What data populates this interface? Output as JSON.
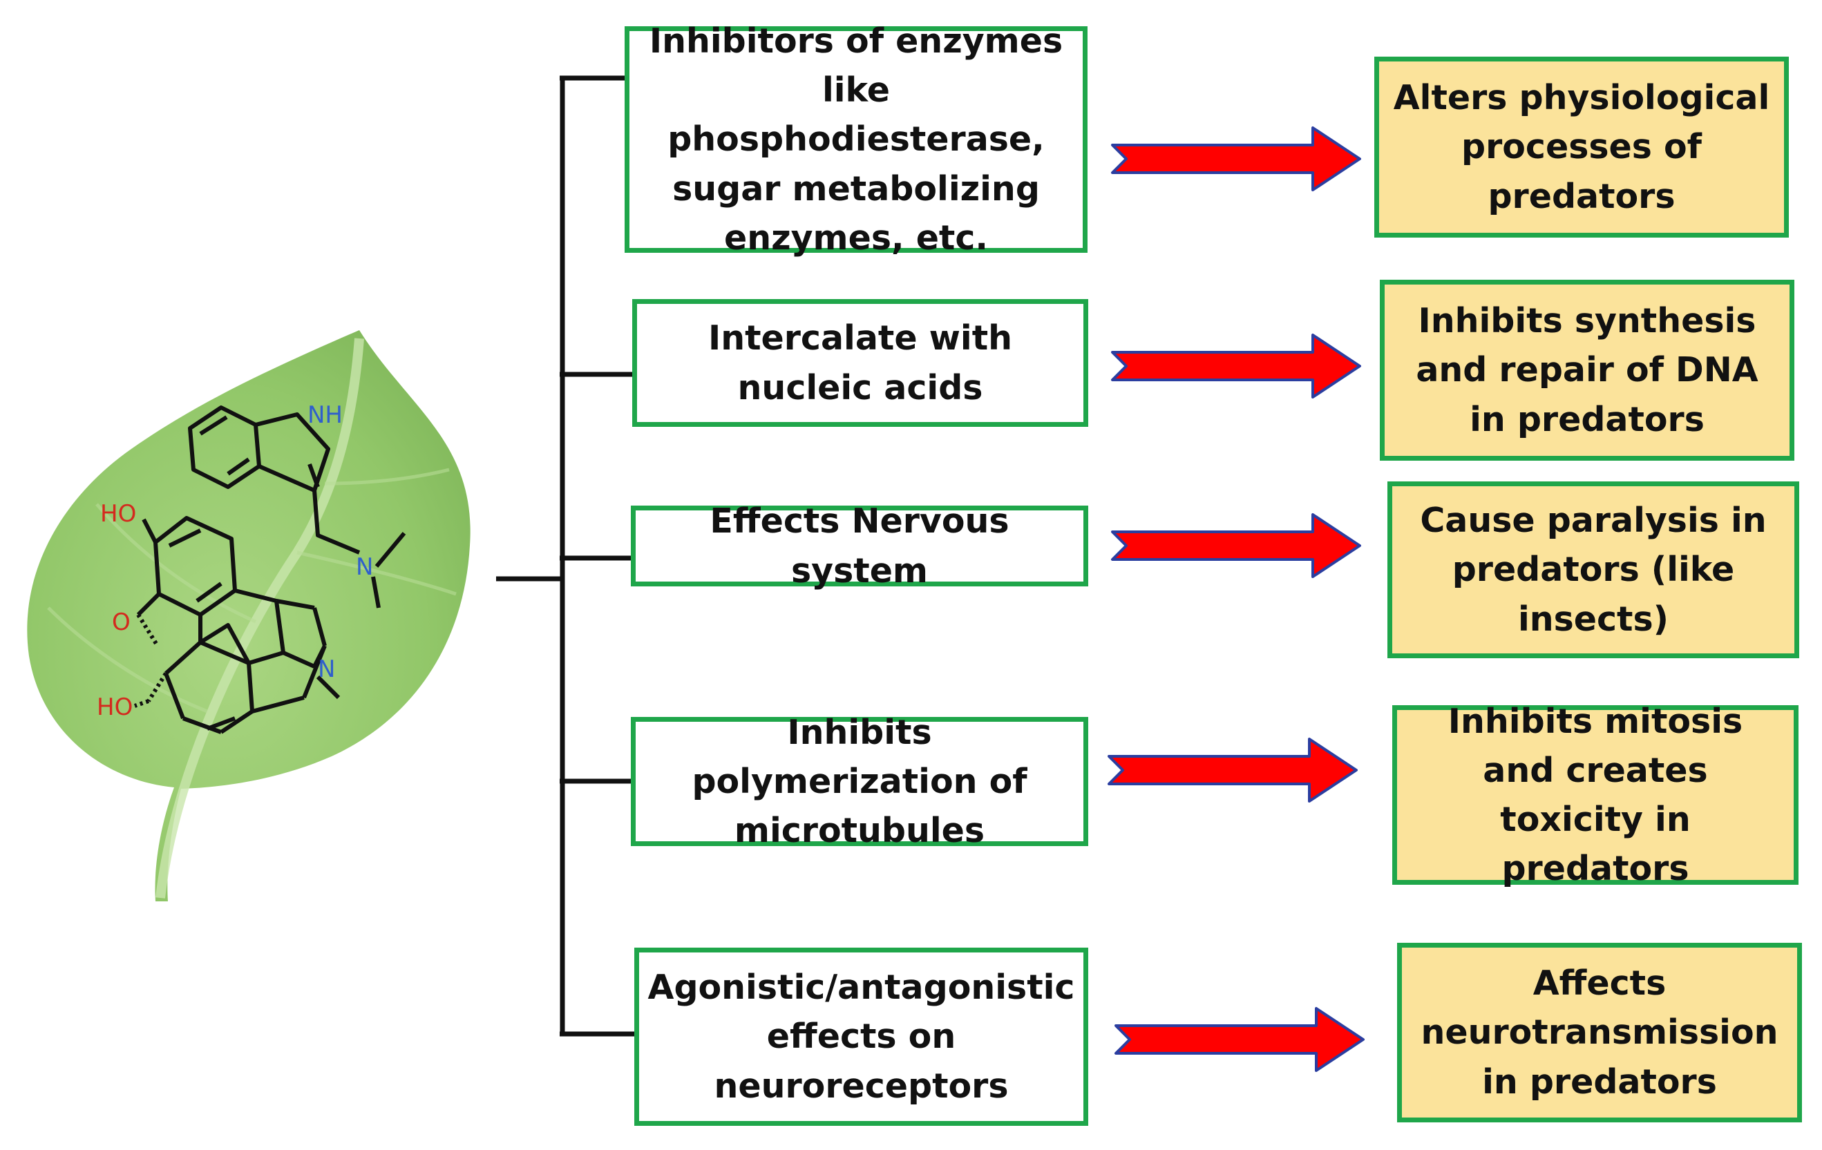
{
  "mechanisms": [
    {
      "text": "Inhibitors of enzymes like phosphodiesterase, sugar metabolizing enzymes, etc."
    },
    {
      "text": "Intercalate with nucleic acids"
    },
    {
      "text": "Effects Nervous system"
    },
    {
      "text": "Inhibits polymerization of microtubules"
    },
    {
      "text": "Agonistic/antagonistic effects on neuroreceptors"
    }
  ],
  "effects": [
    {
      "text": "Alters physiological processes of predators"
    },
    {
      "text": "Inhibits synthesis and repair of DNA in predators"
    },
    {
      "text": "Cause paralysis in predators (like insects)"
    },
    {
      "text": "Inhibits mitosis and creates toxicity in predators"
    },
    {
      "text": "Affects neurotransmission in predators"
    }
  ],
  "molecule_labels": {
    "nh": "NH",
    "n_amine": "N",
    "ho_top": "HO",
    "o_ring": "O",
    "ho_bottom": "HO",
    "n_ring": "N"
  },
  "colors": {
    "box_border": "#1fa64a",
    "effect_fill": "#fbe39b",
    "arrow_fill": "#ff0000",
    "arrow_outline": "#2b3ea0",
    "leaf": "#8cc461",
    "heteroatom_red": "#d42a1e",
    "heteroatom_blue": "#2f5fcc"
  },
  "icons": [
    "leaf-illustration",
    "alkaloid-structure",
    "right-arrow"
  ]
}
